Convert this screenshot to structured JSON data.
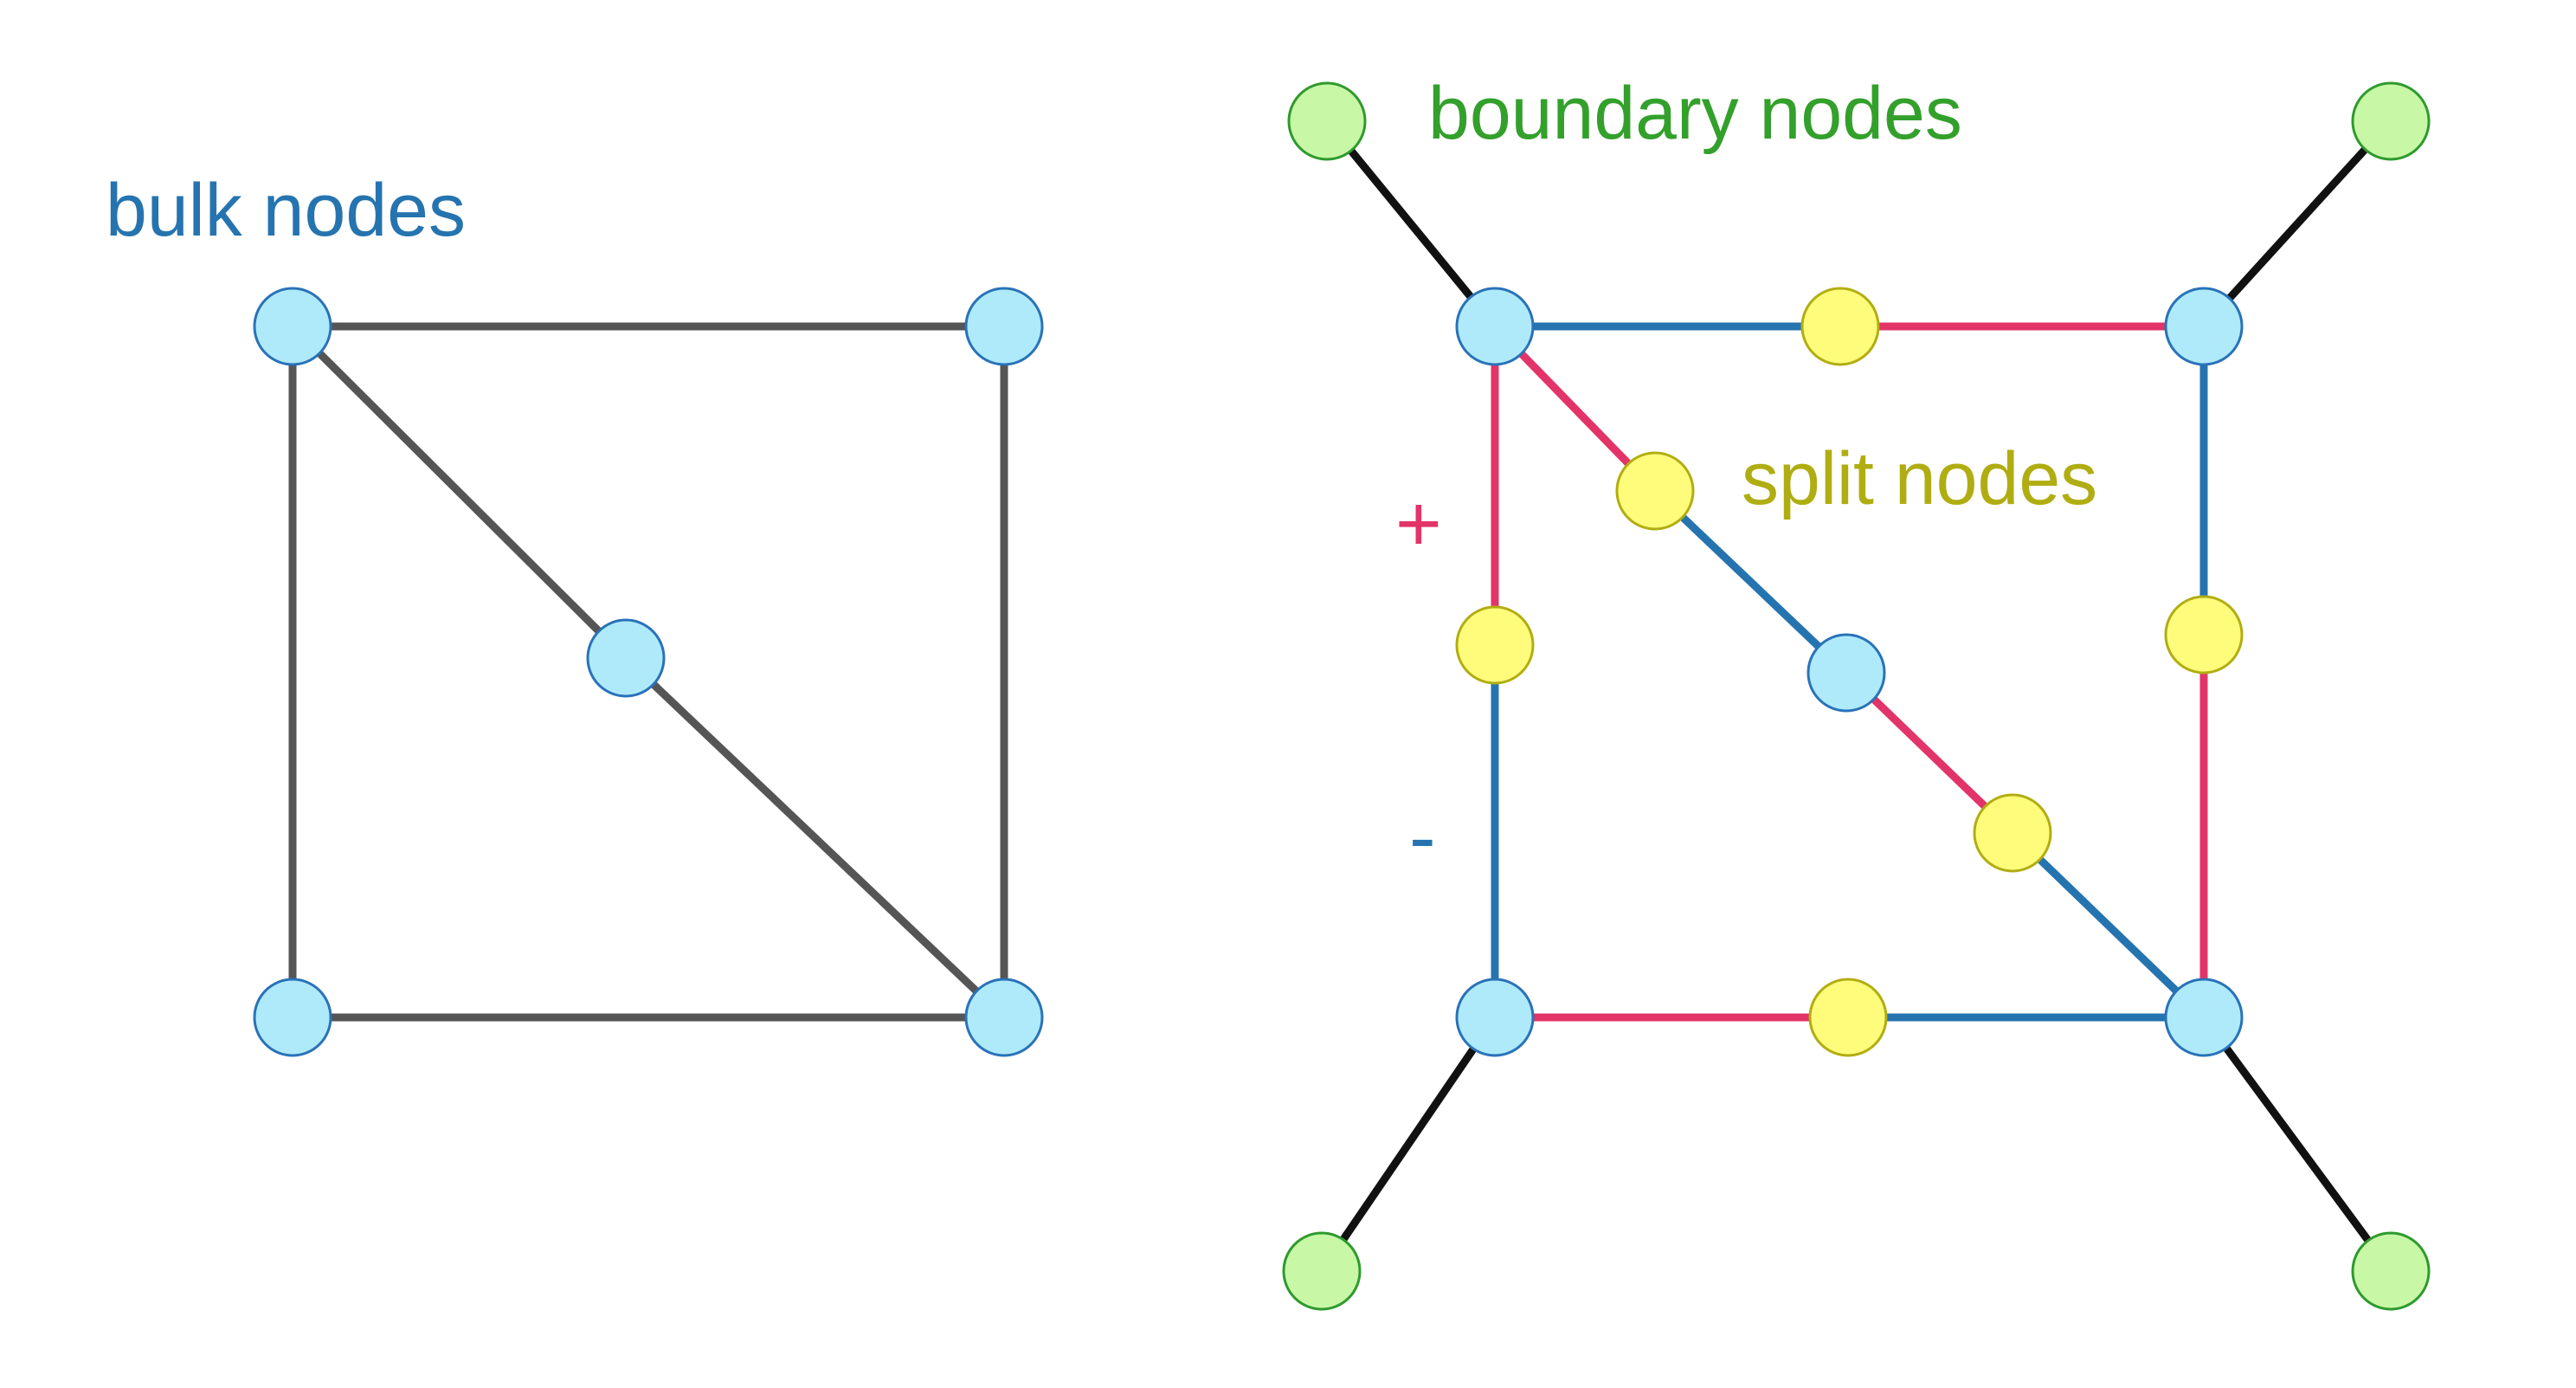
{
  "colors": {
    "bulk_fill": "#aeeafa",
    "bulk_stroke": "#2a72b8",
    "boundary_fill": "#c8f7a6",
    "boundary_stroke": "#2e9a2e",
    "split_fill": "#fefc7a",
    "split_stroke": "#b2ad12",
    "edge_gray": "#555555",
    "edge_black": "#111111",
    "edge_blue": "#2574b0",
    "edge_red": "#e23468",
    "label_blue": "#2574b0",
    "label_green": "#33a02c",
    "label_olive": "#b0ad12",
    "sign_plus": "#e23468",
    "sign_minus": "#2574b0"
  },
  "labels": {
    "bulk": "bulk nodes",
    "boundary": "boundary nodes",
    "split": "split nodes",
    "plus": "+",
    "minus": "-"
  },
  "left_graph": {
    "nodes": [
      {
        "id": "A",
        "type": "bulk"
      },
      {
        "id": "B",
        "type": "bulk"
      },
      {
        "id": "C",
        "type": "bulk"
      },
      {
        "id": "D",
        "type": "bulk"
      },
      {
        "id": "M",
        "type": "bulk"
      }
    ],
    "edges": [
      {
        "from": "A",
        "to": "B",
        "color": "gray"
      },
      {
        "from": "A",
        "to": "C",
        "color": "gray"
      },
      {
        "from": "B",
        "to": "D",
        "color": "gray"
      },
      {
        "from": "C",
        "to": "D",
        "color": "gray"
      },
      {
        "from": "A",
        "to": "M",
        "color": "gray"
      },
      {
        "from": "M",
        "to": "D",
        "color": "gray"
      }
    ]
  },
  "right_graph": {
    "nodes": [
      {
        "id": "TL",
        "type": "bulk"
      },
      {
        "id": "TR",
        "type": "bulk"
      },
      {
        "id": "BL",
        "type": "bulk"
      },
      {
        "id": "BR",
        "type": "bulk"
      },
      {
        "id": "CM",
        "type": "bulk"
      },
      {
        "id": "GTL",
        "type": "boundary"
      },
      {
        "id": "GTR",
        "type": "boundary"
      },
      {
        "id": "GBL",
        "type": "boundary"
      },
      {
        "id": "GBR",
        "type": "boundary"
      },
      {
        "id": "ST",
        "type": "split"
      },
      {
        "id": "SB",
        "type": "split"
      },
      {
        "id": "SL",
        "type": "split"
      },
      {
        "id": "SR",
        "type": "split"
      },
      {
        "id": "SD1",
        "type": "split"
      },
      {
        "id": "SD2",
        "type": "split"
      }
    ],
    "edges": [
      {
        "from": "GTL",
        "to": "TL",
        "color": "black"
      },
      {
        "from": "GTR",
        "to": "TR",
        "color": "black"
      },
      {
        "from": "GBL",
        "to": "BL",
        "color": "black"
      },
      {
        "from": "GBR",
        "to": "BR",
        "color": "black"
      },
      {
        "from": "TL",
        "to": "ST",
        "color": "blue"
      },
      {
        "from": "ST",
        "to": "TR",
        "color": "red"
      },
      {
        "from": "TR",
        "to": "SR",
        "color": "blue"
      },
      {
        "from": "SR",
        "to": "BR",
        "color": "red"
      },
      {
        "from": "BL",
        "to": "SB",
        "color": "red"
      },
      {
        "from": "SB",
        "to": "BR",
        "color": "blue"
      },
      {
        "from": "TL",
        "to": "SL",
        "color": "red"
      },
      {
        "from": "SL",
        "to": "BL",
        "color": "blue"
      },
      {
        "from": "TL",
        "to": "SD1",
        "color": "red"
      },
      {
        "from": "SD1",
        "to": "CM",
        "color": "blue"
      },
      {
        "from": "CM",
        "to": "SD2",
        "color": "red"
      },
      {
        "from": "SD2",
        "to": "BR",
        "color": "blue"
      }
    ]
  }
}
